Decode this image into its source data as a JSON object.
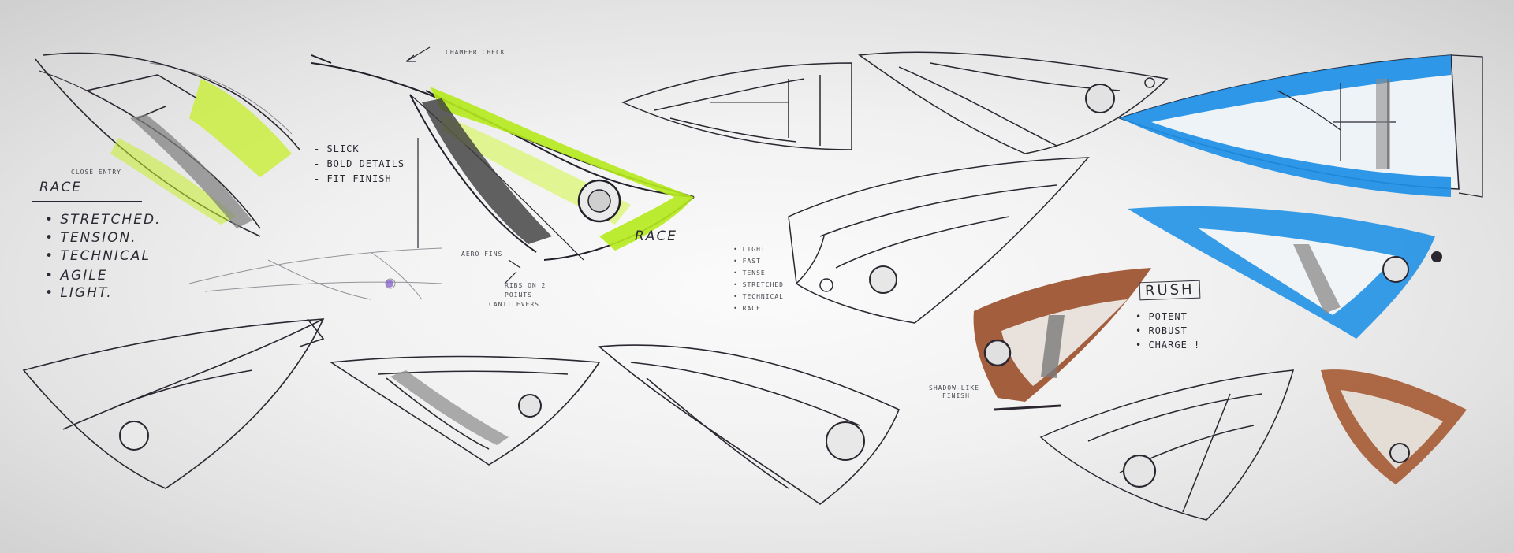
{
  "colors": {
    "ink": "#2b2630",
    "lime": "#b5ea1c",
    "blue": "#1d8fe6",
    "copper": "#9a4e2a",
    "grey_marker": "#8c8c8c"
  },
  "notes": {
    "left_concept": {
      "heading": "RACE",
      "bullets": [
        "• STRETCHED.",
        "• TENSION.",
        "• TECHNICAL",
        "• AGILE",
        "• LIGHT."
      ],
      "caption": "CLOSE ENTRY"
    },
    "green_sketch": {
      "list": [
        "- SLICK",
        "- BOLD DETAILS",
        "- FIT FINISH"
      ],
      "top_callout": "CHAMFER CHECK",
      "label": "RACE",
      "arrow_note": "AERO FINS",
      "bottom_note": [
        "RIBS ON 2",
        "POINTS",
        "CANTILEVERS"
      ]
    },
    "center_list": [
      "• LIGHT",
      "• FAST",
      "• TENSE",
      "• STRETCHED",
      "• TECHNICAL",
      "• RACE"
    ],
    "rush_concept": {
      "title": "RUSH",
      "bullets": [
        "• POTENT",
        "• ROBUST",
        "• CHARGE !"
      ],
      "small_note": [
        "SHADOW-LIKE",
        "FINISH"
      ]
    }
  }
}
